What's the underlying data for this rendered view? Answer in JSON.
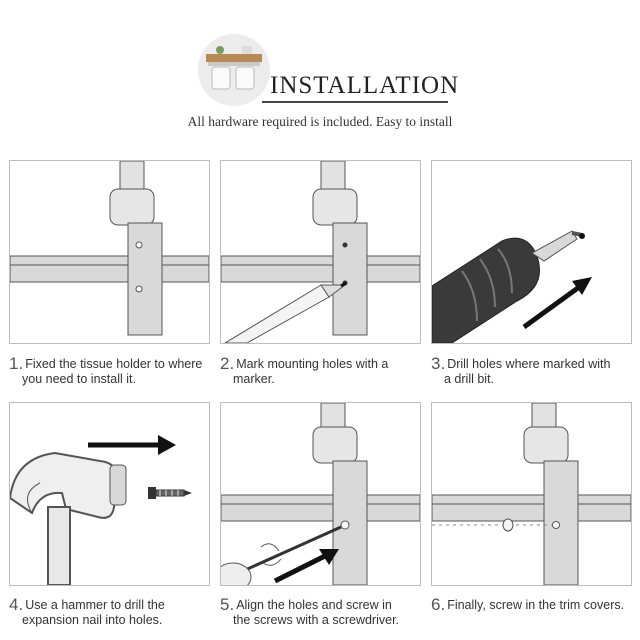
{
  "header": {
    "title": "INSTALLATION",
    "subtitle": "All hardware required is included. Easy to install"
  },
  "steps": [
    {
      "num": "1.",
      "line1": "Fixed the tissue holder to where",
      "line2": "you need to install it.",
      "illustration": "holder-bracket"
    },
    {
      "num": "2.",
      "line1": "Mark mounting holes with a",
      "line2": "marker.",
      "illustration": "marker-pen"
    },
    {
      "num": "3.",
      "line1": "Drill holes where marked with",
      "line2": "a drill bit.",
      "illustration": "drill-bit"
    },
    {
      "num": "4.",
      "line1": "Use a hammer to drill the",
      "line2": "expansion nail into holes.",
      "illustration": "hammer"
    },
    {
      "num": "5.",
      "line1": "Align the holes and screw in",
      "line2": "the screws with a screwdriver.",
      "illustration": "screwdriver"
    },
    {
      "num": "6.",
      "line1": "Finally, screw in the trim covers.",
      "line2": "",
      "illustration": "trim-cover"
    }
  ],
  "colors": {
    "frame": "#bdbdbd",
    "steel": "#d9d9d9",
    "outline": "#555555",
    "tool_dark": "#3a3a3a"
  }
}
